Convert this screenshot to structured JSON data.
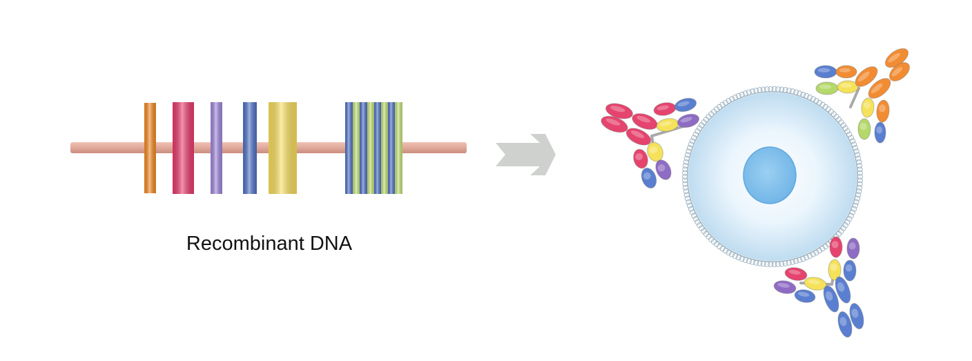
{
  "caption": "Recombinant DNA",
  "colors": {
    "dna_strand": "#e0a99a",
    "arrow": "#cfd1cf",
    "cell": "#e3f2fc",
    "membrane": "#8da4b3",
    "nucleus": "#8cc5ee",
    "linker": "#aaaaaa"
  },
  "dna_segments": [
    {
      "color": "#f58a22",
      "name": "orange"
    },
    {
      "color": "#ec3a6c",
      "name": "red"
    },
    {
      "color": "#9f86dc",
      "name": "purple"
    },
    {
      "color": "#4f72c8",
      "name": "blue"
    },
    {
      "color": "#fbe05c",
      "name": "yellow"
    },
    {
      "color": "#4f72c8",
      "name": "blue"
    },
    {
      "color": "#c6e477",
      "name": "green"
    },
    {
      "color": "#4f72c8",
      "name": "blue"
    },
    {
      "color": "#c6e477",
      "name": "green"
    },
    {
      "color": "#4f72c8",
      "name": "blue"
    },
    {
      "color": "#c6e477",
      "name": "green"
    },
    {
      "color": "#4f72c8",
      "name": "blue"
    },
    {
      "color": "#c6e477",
      "name": "green"
    }
  ],
  "domain_colors": {
    "red": "#e5446e",
    "blue": "#5a7fd0",
    "purple": "#8e6cc4",
    "yellow": "#f5e25a",
    "orange": "#f28c33",
    "green": "#b5d86a"
  }
}
